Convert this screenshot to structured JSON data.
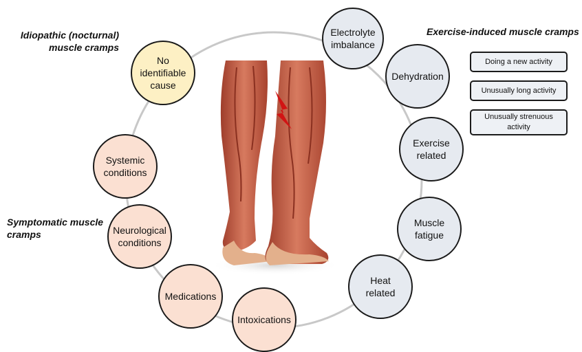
{
  "headings": {
    "idiopathic": "Idiopathic (nocturnal) muscle cramps",
    "exercise": "Exercise-induced muscle cramps",
    "symptomatic": "Symptomatic muscle cramps"
  },
  "exercise_causes": {
    "electrolyte": "Electrolyte imbalance",
    "dehydration": "Dehydration",
    "exercise_related": "Exercise related",
    "fatigue": "Muscle fatigue",
    "heat": "Heat related"
  },
  "symptomatic_causes": {
    "intoxications": "Intoxications",
    "medications": "Medications",
    "neurological": "Neurological conditions",
    "systemic": "Systemic conditions"
  },
  "idiopathic_causes": {
    "no_cause": "No identifiable cause"
  },
  "exercise_triggers": {
    "new_activity": "Doing a new activity",
    "long_activity": "Unusually long activity",
    "strenuous_activity": "Unusually strenuous activity"
  },
  "colors": {
    "exercise_fill": "#e6eaf0",
    "symptomatic_fill": "#fbe0d2",
    "idiopathic_fill": "#fdf0c4",
    "ring": "#c8c8c8",
    "muscle": "#c8634a",
    "bolt": "#d11414"
  },
  "illustration": "legs-muscle-anatomy-with-cramp-bolt"
}
